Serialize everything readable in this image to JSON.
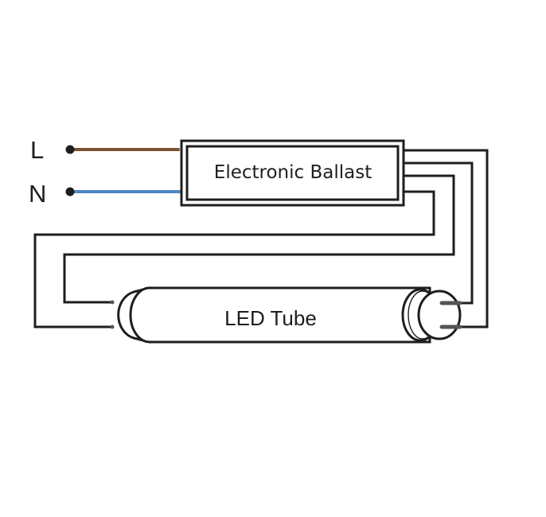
{
  "diagram": {
    "terminals": [
      {
        "label": "L",
        "wire_color": "#7a5230"
      },
      {
        "label": "N",
        "wire_color": "#4f86c0"
      }
    ],
    "ballast": {
      "label": "Electronic Ballast"
    },
    "tube": {
      "label": "LED Tube"
    },
    "line_color": "#1e1e1e",
    "pin_color": "#555555"
  }
}
